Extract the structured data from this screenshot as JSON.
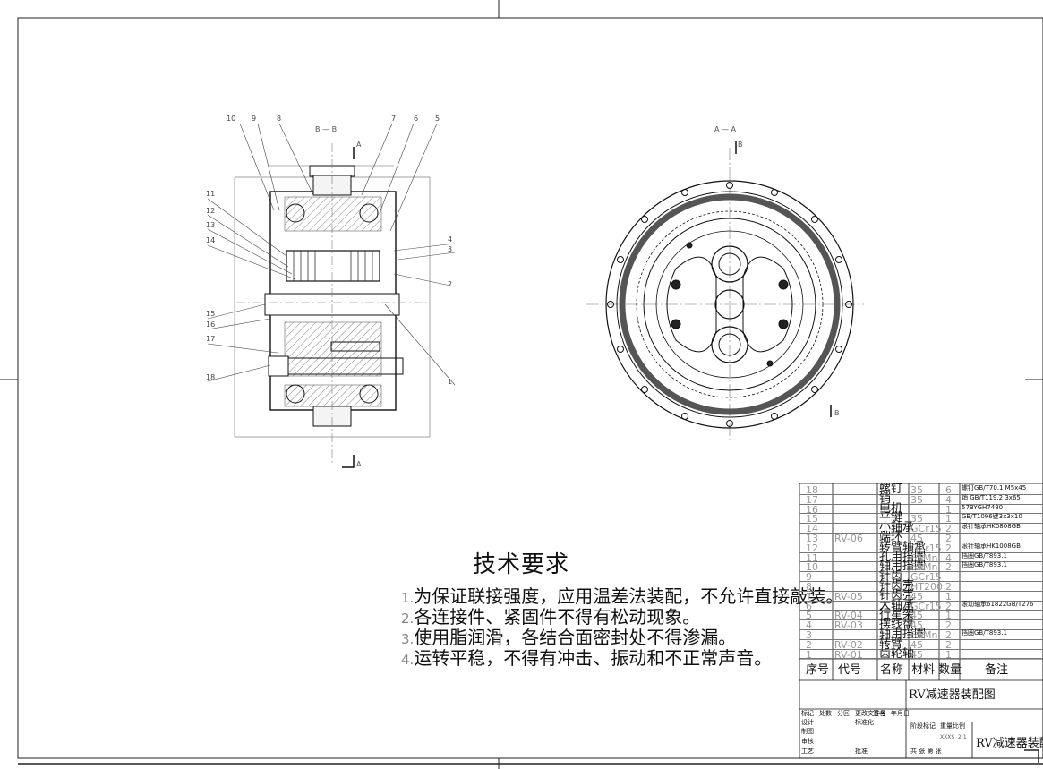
{
  "views": {
    "section_label": "B — B",
    "end_label": "A — A",
    "cut_a": "A",
    "cut_b": "B"
  },
  "leader_numbers": [
    "10",
    "9",
    "8",
    "7",
    "6",
    "5",
    "11",
    "12",
    "13",
    "14",
    "4",
    "3",
    "2",
    "15",
    "16",
    "17",
    "18",
    "1"
  ],
  "tech": {
    "title": "技术要求",
    "lines": [
      {
        "n": "1.",
        "t": "为保证联接强度，应用温差法装配，不允许直接敲装。"
      },
      {
        "n": "2.",
        "t": "各连接件、紧固件不得有松动现象。"
      },
      {
        "n": "3.",
        "t": "使用脂润滑，各结合面密封处不得渗漏。"
      },
      {
        "n": "4.",
        "t": "运转平稳，不得有冲击、振动和不正常声音。"
      }
    ]
  },
  "bom": [
    {
      "no": "18",
      "code": "",
      "name": "螺钉",
      "mat": "35",
      "qty": "6",
      "note": "螺钉GB/T70.1 M5x45"
    },
    {
      "no": "17",
      "code": "",
      "name": "销",
      "mat": "35",
      "qty": "4",
      "note": "销 GB/T119.2 3x65"
    },
    {
      "no": "16",
      "code": "",
      "name": "电机",
      "mat": "",
      "qty": "1",
      "note": "57BYGH7480"
    },
    {
      "no": "15",
      "code": "",
      "name": "平键",
      "mat": "35",
      "qty": "1",
      "note": "GB/T1096键3x3x10"
    },
    {
      "no": "14",
      "code": "",
      "name": "小轴承",
      "mat": "GCr15",
      "qty": "2",
      "note": "滚针轴承HK0808GB"
    },
    {
      "no": "13",
      "code": "RV-06",
      "name": "端环",
      "mat": "45",
      "qty": "2",
      "note": ""
    },
    {
      "no": "12",
      "code": "",
      "name": "转臂轴承",
      "mat": "GCr15",
      "qty": "2",
      "note": "滚针轴承HK1008GB"
    },
    {
      "no": "11",
      "code": "",
      "name": "孔用挡圈",
      "mat": "65Mn",
      "qty": "4",
      "note": "挡圈GB/T893.1"
    },
    {
      "no": "10",
      "code": "",
      "name": "轴用挡圈",
      "mat": "65Mn",
      "qty": "2",
      "note": "挡圈GB/T893.1"
    },
    {
      "no": "9",
      "code": "",
      "name": "针齿",
      "mat": "GCr15",
      "qty": "",
      "note": ""
    },
    {
      "no": "8",
      "code": "",
      "name": "针齿壳",
      "mat": "HT200",
      "qty": "2",
      "note": ""
    },
    {
      "no": "7",
      "code": "RV-05",
      "name": "针齿壳",
      "mat": "45",
      "qty": "1",
      "note": ""
    },
    {
      "no": "6",
      "code": "",
      "name": "大轴承",
      "mat": "GCr15",
      "qty": "2",
      "note": "滚动轴承61822GB/T276"
    },
    {
      "no": "5",
      "code": "RV-04",
      "name": "行星架",
      "mat": "45",
      "qty": "1",
      "note": ""
    },
    {
      "no": "4",
      "code": "RV-03",
      "name": "摆线盘",
      "mat": "45",
      "qty": "2",
      "note": ""
    },
    {
      "no": "3",
      "code": "",
      "name": "轴用挡圈",
      "mat": "65Mn",
      "qty": "2",
      "note": "挡圈GB/T893.1"
    },
    {
      "no": "2",
      "code": "RV-02",
      "name": "转臂",
      "mat": "45",
      "qty": "2",
      "note": ""
    },
    {
      "no": "1",
      "code": "RV-01",
      "name": "齿轮轴",
      "mat": "45",
      "qty": "1",
      "note": ""
    }
  ],
  "bom_header": {
    "no": "序号",
    "code": "代号",
    "name": "名称",
    "mat": "材料",
    "qty": "数量",
    "note": "备注"
  },
  "title_block": {
    "drawing_title": "RV减速器装配图",
    "product_name": "RV减速器装配图",
    "rev_row": [
      "标记",
      "处数",
      "分区",
      "更改文件号",
      "签名",
      "年月日"
    ],
    "rows": [
      "设计",
      "制图",
      "审核",
      "工艺"
    ],
    "std": "标准化",
    "approve": "批准",
    "stage": "阶段标记",
    "weight": "重量",
    "scale": "比例",
    "scale_val": "2:1",
    "stage_val": "XXXS",
    "sheets": "共  张 第  张"
  }
}
